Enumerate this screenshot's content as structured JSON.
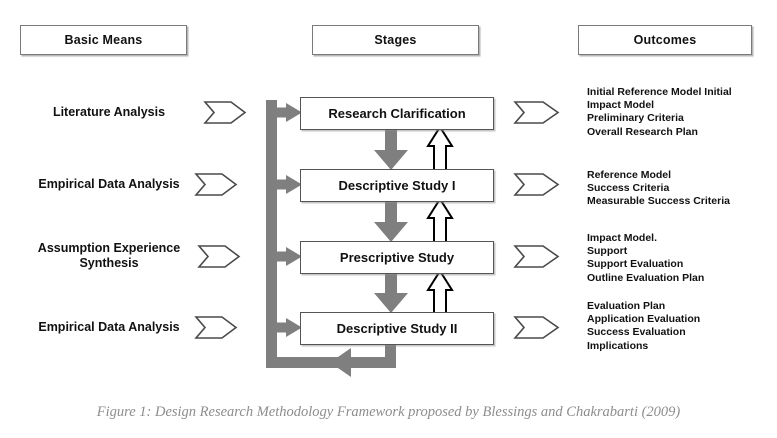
{
  "figure": {
    "caption": "Figure 1: Design Research Methodology Framework proposed by Blessings and Chakrabarti (2009)"
  },
  "colors": {
    "flow_gray": "#7f7f7f",
    "box_border": "#555555",
    "header_border": "#7a7a7a",
    "text": "#111111",
    "caption_gray": "#8d8d8d",
    "background": "#ffffff"
  },
  "headers": {
    "basic_means": "Basic Means",
    "stages": "Stages",
    "outcomes": "Outcomes"
  },
  "basic_means": [
    {
      "label": "Literature Analysis"
    },
    {
      "label": "Empirical Data Analysis"
    },
    {
      "label": "Assumption Experience Synthesis"
    },
    {
      "label": "Empirical Data Analysis"
    }
  ],
  "stages": [
    {
      "label": "Research Clarification"
    },
    {
      "label": "Descriptive Study I"
    },
    {
      "label": "Prescriptive Study"
    },
    {
      "label": "Descriptive Study II"
    }
  ],
  "outcomes": [
    {
      "lines": [
        "Initial Reference Model Initial",
        "Impact Model",
        "Preliminary Criteria",
        "Overall Research Plan"
      ]
    },
    {
      "lines": [
        "Reference Model",
        "Success Criteria",
        "Measurable Success Criteria"
      ]
    },
    {
      "lines": [
        "Impact Model.",
        "Support",
        "Support Evaluation",
        "Outline Evaluation Plan"
      ]
    },
    {
      "lines": [
        "Evaluation Plan",
        "Application Evaluation",
        "Success Evaluation",
        "Implications"
      ]
    }
  ],
  "icons": {
    "means_arrow": "pennant-arrow-right-icon",
    "outcome_arrow": "pennant-arrow-right-icon",
    "flow_down_arrow": "gray-arrow-down-icon",
    "feedback_up_arrow": "outline-arrow-up-icon",
    "loop_connector": "gray-feedback-loop-icon"
  }
}
